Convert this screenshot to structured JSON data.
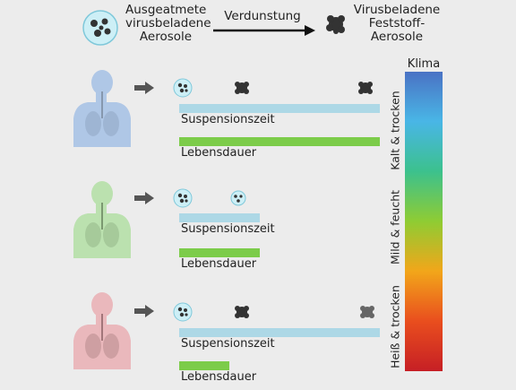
{
  "header": {
    "left_label_lines": [
      "Ausgeatmete",
      "virusbeladene",
      "Aerosole"
    ],
    "arrow_label": "Verdunstung",
    "right_label_lines": [
      "Virusbeladene",
      "Feststoff-",
      "Aerosole"
    ]
  },
  "bars": {
    "suspension_label": "Suspensionszeit",
    "lifetime_label": "Lebensdauer",
    "suspension_color": "#add8e6",
    "lifetime_color": "#7ccc4a"
  },
  "rows": [
    {
      "body_color": "#a9c3e6",
      "suspension": 1.0,
      "lifetime": 1.0
    },
    {
      "body_color": "#b6e0a9",
      "suspension": 0.4,
      "lifetime": 0.4
    },
    {
      "body_color": "#eab3b7",
      "suspension": 1.0,
      "lifetime": 0.25
    }
  ],
  "climate": {
    "title": "Klima",
    "bands": [
      "Kalt & trocken",
      "Mild & feucht",
      "Heiß & trocken"
    ],
    "gradient": [
      "#4a72c4",
      "#49b6e6",
      "#3cc18d",
      "#8fcc33",
      "#f2a61a",
      "#e94e1e",
      "#c61f25"
    ]
  }
}
